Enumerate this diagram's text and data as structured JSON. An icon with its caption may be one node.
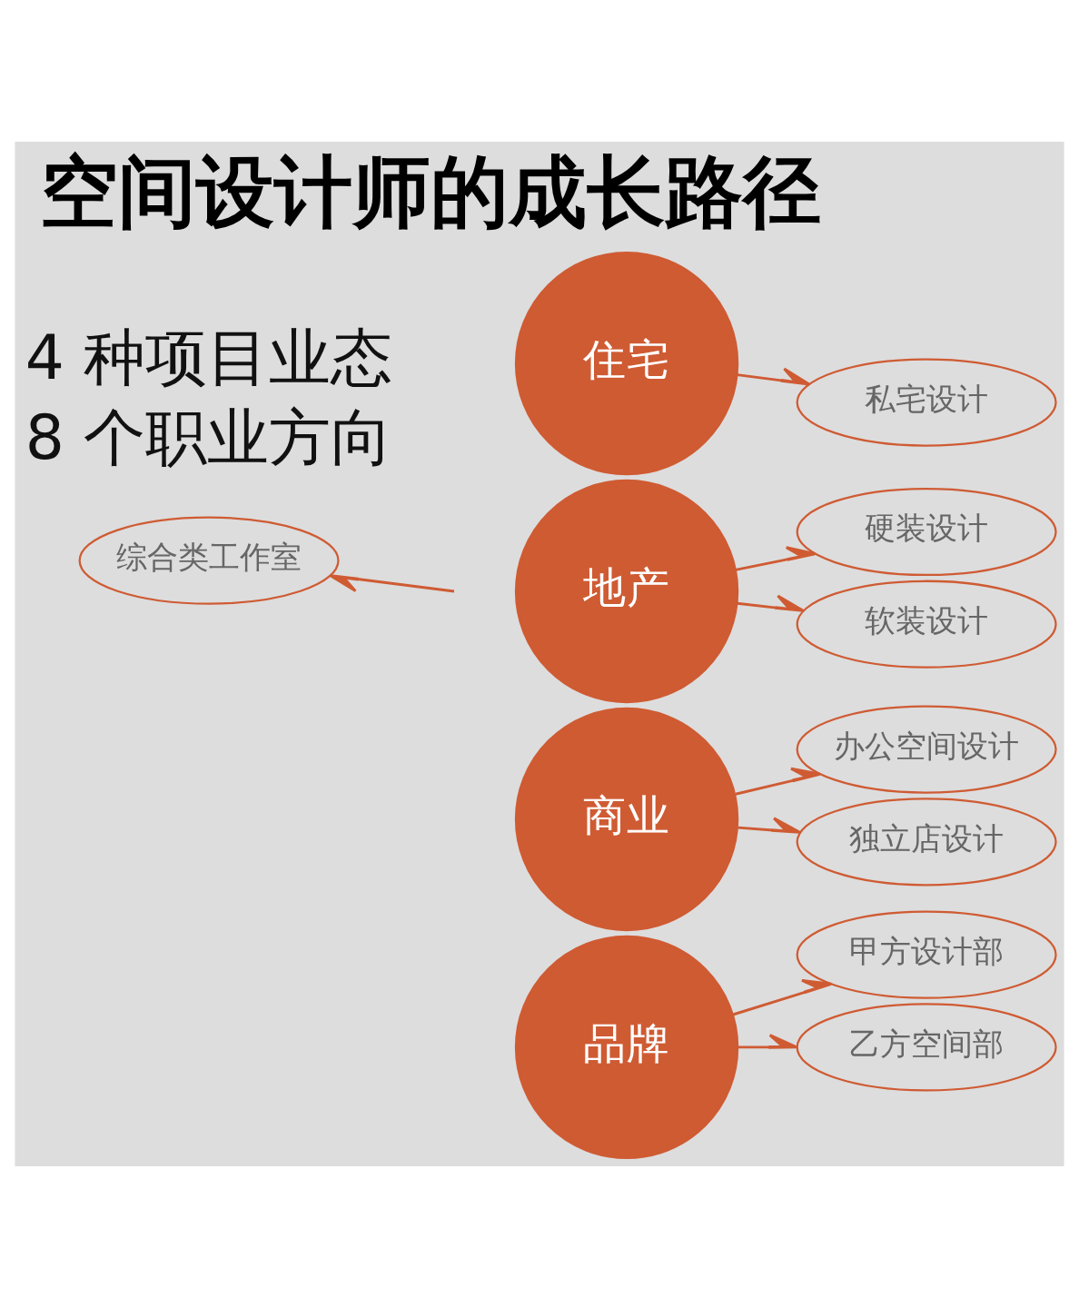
{
  "diagram": {
    "title": "空间设计师的成长路径",
    "nodes": [
      {
        "text": [
          "住宅"
        ]
      },
      {
        "text": [
          "地产"
        ]
      },
      {
        "text": [
          "商业"
        ]
      },
      {
        "text": [
          "品牌"
        ]
      },
      {
        "text": [
          "综合类工作室"
        ]
      },
      {
        "text": [
          "私宅设计"
        ]
      },
      {
        "text": [
          "硬装设计"
        ]
      },
      {
        "text": [
          "软装设计"
        ]
      },
      {
        "text": [
          "办公空间设计"
        ]
      },
      {
        "text": [
          "独立店设计"
        ]
      },
      {
        "text": [
          "甲方设计部"
        ]
      },
      {
        "text": [
          "乙方空间部"
        ]
      }
    ],
    "edges": [
      {
        "from": 0,
        "to": 5,
        "arrow": "to"
      },
      {
        "from": 1,
        "to": 6,
        "arrow": "to"
      },
      {
        "from": 1,
        "to": 7,
        "arrow": "to"
      },
      {
        "from": 2,
        "to": 8,
        "arrow": "to"
      },
      {
        "from": 2,
        "to": 9,
        "arrow": "to"
      },
      {
        "from": 3,
        "to": 10,
        "arrow": "to"
      },
      {
        "from": 3,
        "to": 11,
        "arrow": "to"
      },
      {
        "from": null,
        "to": 4,
        "arrow": "to"
      }
    ],
    "labels": [
      "4 种项目业态",
      "8 个职业方向"
    ]
  }
}
